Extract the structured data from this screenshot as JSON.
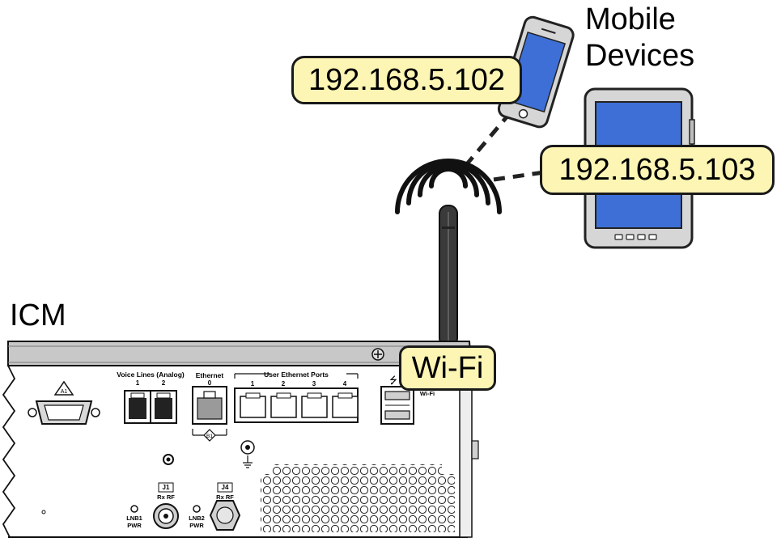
{
  "title": "Mobile Devices",
  "title_line1": "Mobile",
  "title_line2": "Devices",
  "device_label": "ICM",
  "phone_ip": "192.168.5.102",
  "tablet_ip": "192.168.5.103",
  "wifi_label": "Wi-Fi",
  "panel": {
    "a1_label": "A1",
    "voice_label": "Voice Lines (Analog)",
    "voice_port_1": "1",
    "voice_port_2": "2",
    "ethernet_label": "Ethernet",
    "ethernet_port_0": "0",
    "b1_label": "B1",
    "user_ports_label": "User Ethernet Ports",
    "user_port_1": "1",
    "user_port_2": "2",
    "user_port_3": "3",
    "user_port_4": "4",
    "usb_symbol": "⭍",
    "wifi_small": "Wi-Fi",
    "j1_label": "J1",
    "j1_sub": "Rx RF",
    "j4_label": "J4",
    "j4_sub": "Rx RF",
    "lnb1_label": "LNB1",
    "lnb1_sub": "PWR",
    "lnb2_label": "LNB2",
    "lnb2_sub": "PWR"
  },
  "colors": {
    "callout_fill": "#fcf5b4",
    "screen_blue": "#3d6fd6",
    "device_gray": "#b4b4b4",
    "chassis_top": "#c8c8c8",
    "antenna": "#3a3a3a"
  }
}
